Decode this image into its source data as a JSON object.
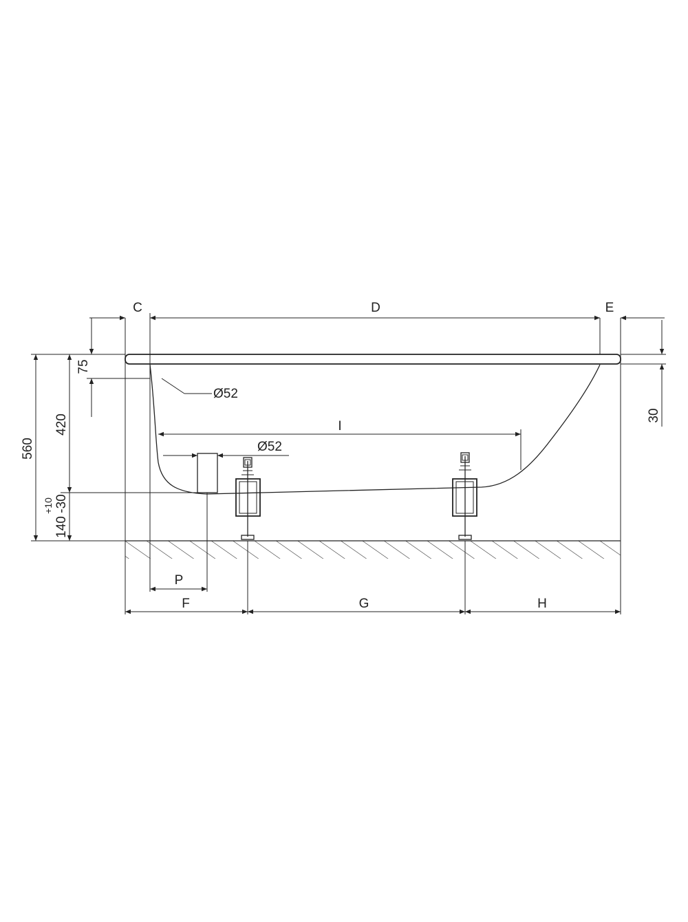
{
  "labels": {
    "c": "C",
    "d": "D",
    "e": "E",
    "i": "I",
    "f": "F",
    "g": "G",
    "h": "H",
    "p": "P",
    "diam_rim": "Ø52",
    "diam_drain": "Ø52",
    "dim_560": "560",
    "dim_420": "420",
    "dim_75": "75",
    "dim_30": "30",
    "dim_140": "140",
    "tol_plus": "+10",
    "tol_minus": "-30"
  },
  "colors": {
    "line": "#222222",
    "background": "#ffffff"
  }
}
